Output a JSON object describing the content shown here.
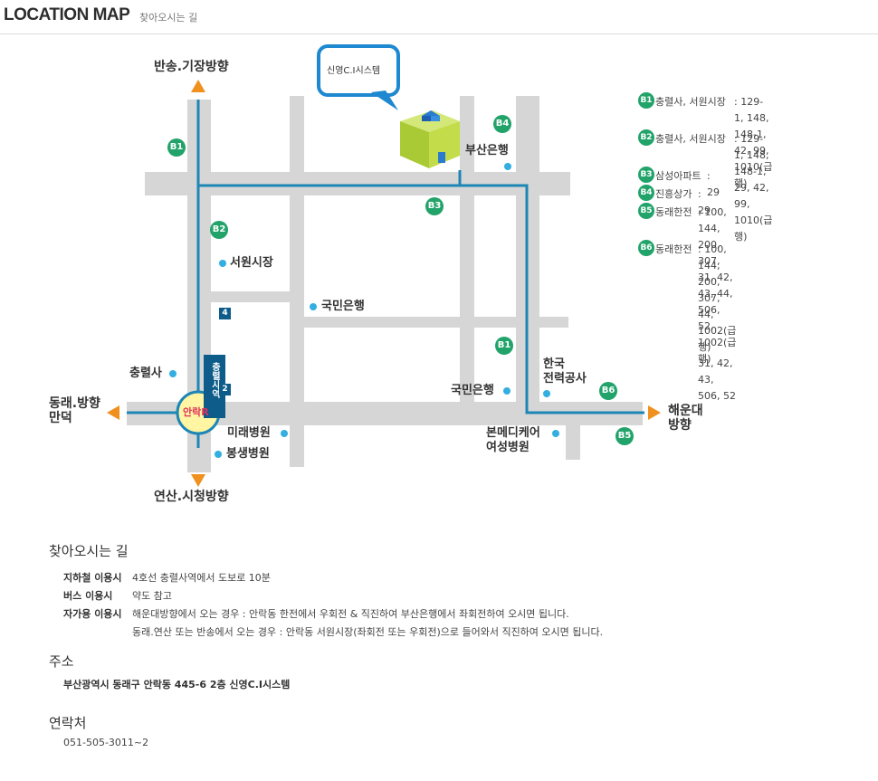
{
  "header": {
    "title": "LOCATION MAP",
    "subtitle": "찾아오시는 길"
  },
  "map": {
    "bubble_label": "신영C.I시스템",
    "directions": {
      "north": "반송.기장방향",
      "west": "동래.방향\n만덕",
      "south": "연산.시청방향",
      "east": "해운대\n방향"
    },
    "station": {
      "name": "충렬사역",
      "exit_top": "4",
      "exit_bottom": "2"
    },
    "intersection": "안락R",
    "places": {
      "busan_bank": "부산은행",
      "seowon_market": "서원시장",
      "kookmin_bank_1": "국민은행",
      "kookmin_bank_2": "국민은행",
      "chungnyeolsa": "충렬사",
      "kepco": "한국\n전력공사",
      "mirae_hospital": "미래병원",
      "bongsaeng_hospital": "봉생병원",
      "bonmedi_hospital": "본메디케어\n여성병원"
    },
    "badges": [
      "B1",
      "B2",
      "B3",
      "B4",
      "B1",
      "B6",
      "B5"
    ]
  },
  "legend": [
    {
      "code": "B1",
      "name": "충렬사, 서원시장",
      "text": ": 129-1, 148, 148-1,\n  42, 99, 1010(급행)"
    },
    {
      "code": "B2",
      "name": "충렬사, 서원시장",
      "text": ": 129-1, 148, 148-1,\n  29, 42, 99, 1010(급행)"
    },
    {
      "code": "B3",
      "name": "삼성아파트",
      "text": ": 29"
    },
    {
      "code": "B4",
      "name": "진흥상가",
      "text": ": 29"
    },
    {
      "code": "B5",
      "name": "동래한전",
      "text": ": 100, 144, 200, 307, 31, 42,\n  43, 44, 506, 52, 1002(급행)"
    },
    {
      "code": "B6",
      "name": "동래한전",
      "text": ": 100, 144, 200, 307, 44, 1002(급행)\n  31, 42, 43, 506, 52"
    }
  ],
  "directions_section": {
    "title": "찾아오시는 길",
    "rows": [
      {
        "key": "지하철 이용시",
        "value": "4호선 충렬사역에서 도보로 10분"
      },
      {
        "key": "버스 이용시",
        "value": "약도 참고"
      },
      {
        "key": "자가용 이용시",
        "value": "해운대방향에서 오는 경우 : 안락동 한전에서 우회전 & 직진하여 부산은행에서 좌회전하여 오시면 됩니다."
      }
    ],
    "car_extra": "동래.연산 또는 반송에서 오는 경우 : 안락동 서원시장(좌회전 또는 우회전)으로 들어와서 직진하여 오시면 됩니다."
  },
  "address_section": {
    "title": "주소",
    "value": "부산광역시 동래구 안락동 445-6 2층 신영C.I시스템"
  },
  "contact_section": {
    "title": "연락처",
    "value": "051-505-3011~2"
  },
  "colors": {
    "road": "#d6d6d6",
    "route": "#1d86b5",
    "badge": "#21a36a",
    "arrow": "#f0901e",
    "bubble": "#1e88d0",
    "building": "#b5d436"
  }
}
